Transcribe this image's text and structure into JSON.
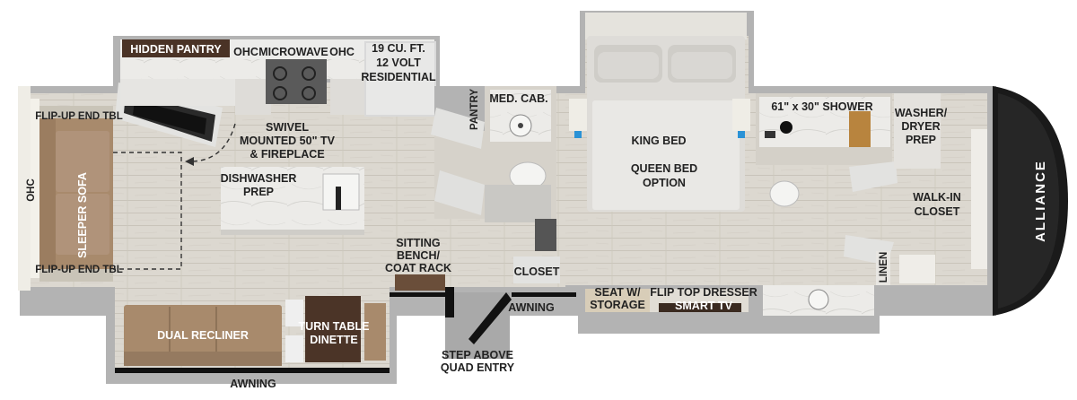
{
  "labels": {
    "hidden_pantry": "HIDDEN PANTRY",
    "ohc_left": "OHC",
    "microwave": "MICROWAVE",
    "ohc_right": "OHC",
    "fridge_1": "19 CU. FT.",
    "fridge_2": "12 VOLT",
    "fridge_3": "RESIDENTIAL",
    "pantry": "PANTRY",
    "med_cab": "MED. CAB.",
    "tv_1": "SWIVEL",
    "tv_2": "MOUNTED 50\" TV",
    "tv_3": "& FIREPLACE",
    "flip_end_top": "FLIP-UP END TBL",
    "flip_end_bottom": "FLIP-UP END TBL",
    "ohc_side": "OHC",
    "sleeper_sofa": "SLEEPER SOFA",
    "dishwasher_1": "DISHWASHER",
    "dishwasher_2": "PREP",
    "sitting_1": "SITTING",
    "sitting_2": "BENCH/",
    "sitting_3": "COAT RACK",
    "closet": "CLOSET",
    "dual_recliner": "DUAL RECLINER",
    "dinette_1": "TURN TABLE",
    "dinette_2": "DINETTE",
    "awning_bottom": "AWNING",
    "awning_mid": "AWNING",
    "step_1": "STEP ABOVE",
    "step_2": "QUAD ENTRY",
    "king_bed": "KING BED",
    "queen_1": "QUEEN BED",
    "queen_2": "OPTION",
    "seat_1": "SEAT W/",
    "seat_2": "STORAGE",
    "dresser_1": "FLIP TOP DRESSER",
    "dresser_2": "SMART TV",
    "shower": "61\" x 30\" SHOWER",
    "washer_1": "WASHER/",
    "washer_2": "DRYER",
    "washer_3": "PREP",
    "walkin_1": "WALK-IN",
    "walkin_2": "CLOSET",
    "linen": "LINEN",
    "brand": "ALLIANCE"
  },
  "colors": {
    "floor": "#d9d5cd",
    "wall": "#b5b5b5",
    "sofa": "#a7896c",
    "dinette": "#4b3427",
    "counter": "#e8e8e6",
    "dark_wood": "#4a3326",
    "cap": "#1a1a1a"
  }
}
